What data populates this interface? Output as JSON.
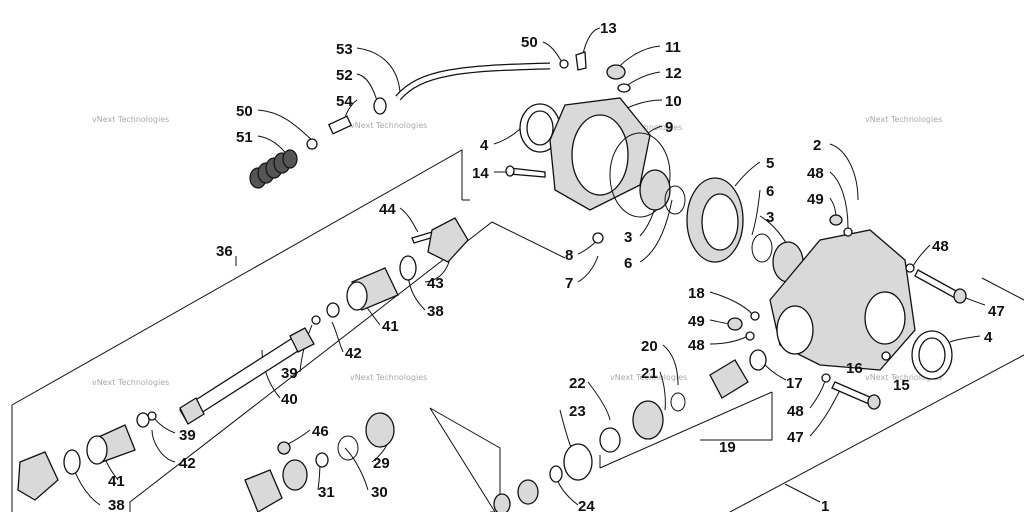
{
  "watermark": "vNext Technologies",
  "callouts": [
    {
      "id": "c53",
      "text": "53"
    },
    {
      "id": "c52",
      "text": "52"
    },
    {
      "id": "c54",
      "text": "54"
    },
    {
      "id": "c50a",
      "text": "50"
    },
    {
      "id": "c51",
      "text": "51"
    },
    {
      "id": "c50b",
      "text": "50"
    },
    {
      "id": "c13",
      "text": "13"
    },
    {
      "id": "c11",
      "text": "11"
    },
    {
      "id": "c12",
      "text": "12"
    },
    {
      "id": "c10",
      "text": "10"
    },
    {
      "id": "c9",
      "text": "9"
    },
    {
      "id": "c4a",
      "text": "4"
    },
    {
      "id": "c14",
      "text": "14"
    },
    {
      "id": "c3a",
      "text": "3"
    },
    {
      "id": "c6a",
      "text": "6"
    },
    {
      "id": "c8",
      "text": "8"
    },
    {
      "id": "c7",
      "text": "7"
    },
    {
      "id": "c5",
      "text": "5"
    },
    {
      "id": "c6b",
      "text": "6"
    },
    {
      "id": "c3b",
      "text": "3"
    },
    {
      "id": "c2",
      "text": "2"
    },
    {
      "id": "c48a",
      "text": "48"
    },
    {
      "id": "c49a",
      "text": "49"
    },
    {
      "id": "c48b",
      "text": "48"
    },
    {
      "id": "c47a",
      "text": "47"
    },
    {
      "id": "c4b",
      "text": "4"
    },
    {
      "id": "c44",
      "text": "44"
    },
    {
      "id": "c36",
      "text": "36"
    },
    {
      "id": "c43",
      "text": "43"
    },
    {
      "id": "c38a",
      "text": "38"
    },
    {
      "id": "c41a",
      "text": "41"
    },
    {
      "id": "c42a",
      "text": "42"
    },
    {
      "id": "c39a",
      "text": "39"
    },
    {
      "id": "c40",
      "text": "40"
    },
    {
      "id": "c39b",
      "text": "39"
    },
    {
      "id": "c42b",
      "text": "42"
    },
    {
      "id": "c41b",
      "text": "41"
    },
    {
      "id": "c38b",
      "text": "38"
    },
    {
      "id": "c18",
      "text": "18"
    },
    {
      "id": "c49b",
      "text": "49"
    },
    {
      "id": "c48c",
      "text": "48"
    },
    {
      "id": "c20",
      "text": "20"
    },
    {
      "id": "c21",
      "text": "21"
    },
    {
      "id": "c22",
      "text": "22"
    },
    {
      "id": "c23",
      "text": "23"
    },
    {
      "id": "c17",
      "text": "17"
    },
    {
      "id": "c16",
      "text": "16"
    },
    {
      "id": "c15",
      "text": "15"
    },
    {
      "id": "c48d",
      "text": "48"
    },
    {
      "id": "c47b",
      "text": "47"
    },
    {
      "id": "c19",
      "text": "19"
    },
    {
      "id": "c46",
      "text": "46"
    },
    {
      "id": "c29",
      "text": "29"
    },
    {
      "id": "c31",
      "text": "31"
    },
    {
      "id": "c30",
      "text": "30"
    },
    {
      "id": "c24",
      "text": "24"
    },
    {
      "id": "c1",
      "text": "1"
    }
  ]
}
